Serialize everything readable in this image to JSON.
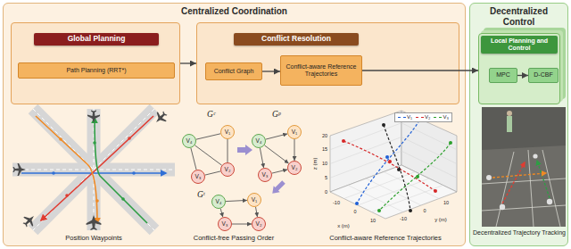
{
  "diagram": {
    "nodes": [
      {
        "text": [
          "Centralized Coordination"
        ]
      },
      {
        "text": [
          "Global Planning"
        ],
        "in": 0
      },
      {
        "text": [
          "Path Planning (RRT*)"
        ],
        "in": 1
      },
      {
        "text": [
          "Conflict Resolution"
        ],
        "in": 0
      },
      {
        "text": [
          "Conflict Graph"
        ],
        "in": 3
      },
      {
        "text": [
          "Conflict-aware Reference Trajectories"
        ],
        "in": 3
      },
      {
        "text": [
          "V₁"
        ],
        "in": 0
      },
      {
        "text": [
          "V₂"
        ],
        "in": 0
      },
      {
        "text": [
          "V₃"
        ],
        "in": 0
      },
      {
        "text": [
          "V₄"
        ],
        "in": 0
      },
      {
        "text": [
          "V₁"
        ],
        "in": 0
      },
      {
        "text": [
          "V₂"
        ],
        "in": 0
      },
      {
        "text": [
          "V₃"
        ],
        "in": 0
      },
      {
        "text": [
          "V₄"
        ],
        "in": 0
      },
      {
        "text": [
          "V₁"
        ],
        "in": 0
      },
      {
        "text": [
          "V₂"
        ],
        "in": 0
      },
      {
        "text": [
          "V₃"
        ],
        "in": 0
      },
      {
        "text": [
          "V₄"
        ],
        "in": 0
      },
      {
        "text": [
          "Decentralized Control"
        ]
      },
      {
        "text": [
          "Local Planning and Control"
        ],
        "in": 18
      },
      {
        "text": [
          "MPC"
        ],
        "in": 19
      },
      {
        "text": [
          "D-CBF"
        ],
        "in": 19
      }
    ],
    "edges": [
      {
        "from": 1,
        "to": 3,
        "arrow": "to"
      },
      {
        "from": 4,
        "to": 5,
        "arrow": "to"
      },
      {
        "from": 5,
        "to": 19,
        "arrow": "to"
      },
      {
        "from": 20,
        "to": 21,
        "arrow": "to"
      },
      {
        "from": 6,
        "to": 9,
        "arrow": "none"
      },
      {
        "from": 6,
        "to": 7,
        "arrow": "none"
      },
      {
        "from": 9,
        "to": 8,
        "arrow": "none"
      },
      {
        "from": 9,
        "to": 7,
        "arrow": "none"
      },
      {
        "from": 8,
        "to": 7,
        "arrow": "none"
      },
      {
        "from": 13,
        "to": 10,
        "arrow": "to"
      },
      {
        "from": 10,
        "to": 11,
        "arrow": "to"
      },
      {
        "from": 13,
        "to": 12,
        "arrow": "to"
      },
      {
        "from": 12,
        "to": 11,
        "arrow": "to"
      },
      {
        "from": 13,
        "to": 11,
        "arrow": "to"
      },
      {
        "from": 17,
        "to": 14,
        "arrow": "to"
      },
      {
        "from": 14,
        "to": 15,
        "arrow": "to"
      },
      {
        "from": 17,
        "to": 16,
        "arrow": "to"
      },
      {
        "from": 16,
        "to": 15,
        "arrow": "to"
      }
    ],
    "labels": [
      "Position Waypoints",
      "Gᶜ",
      "Gᵖ",
      "Gᵗ",
      "Conflict-free Passing Order",
      "Conflict-aware Reference Trajectories",
      "Decentralized Trajectory Tracking",
      "20",
      "15",
      "10",
      "5",
      "0",
      "-10",
      "0",
      "10",
      "-10",
      "0",
      "10",
      "z (m)",
      "x (m)",
      "y (m)"
    ],
    "legend": [
      {
        "text": "V₁"
      },
      {
        "text": "V₂"
      },
      {
        "text": "V₃"
      }
    ]
  }
}
